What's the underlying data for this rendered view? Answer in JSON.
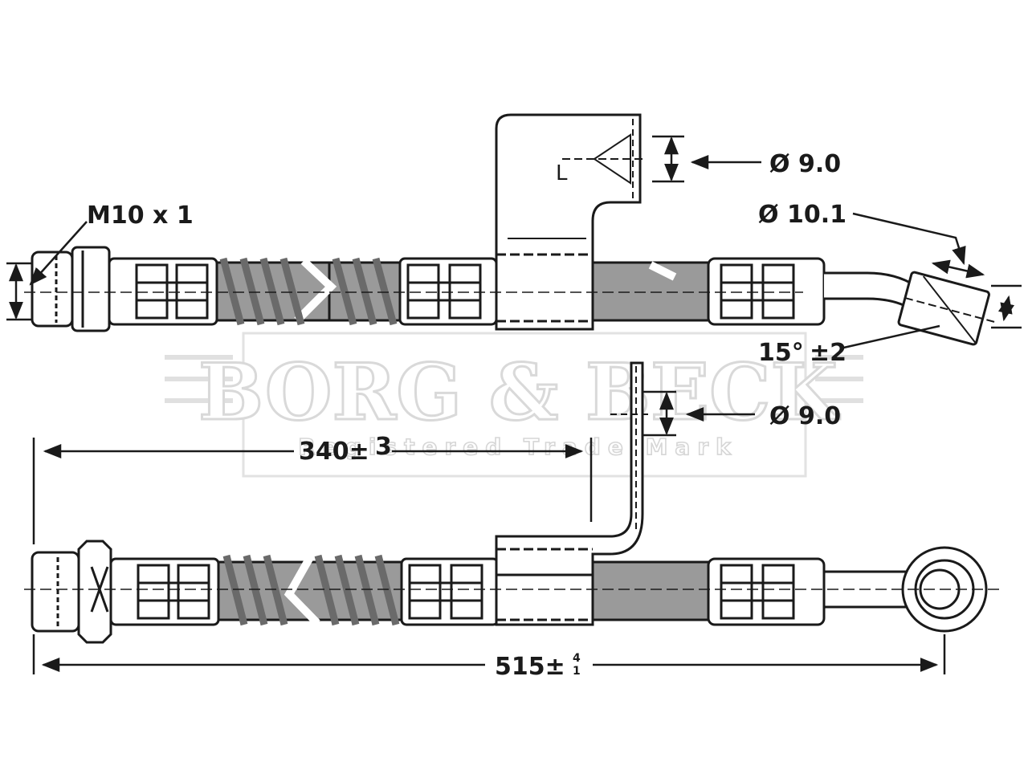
{
  "labels": {
    "thread": "M10 x 1",
    "dia_top": "Ø 9.0",
    "dia_fitting": "Ø 10.1",
    "angle_main": "15°",
    "angle_tol": "±2",
    "dia_bottom": "Ø 9.0",
    "bracket_side": "L",
    "len_short_value": "340±",
    "len_short_tol": "3",
    "len_total_value": "515±",
    "len_total_tol_upper": "4",
    "len_total_tol_lower": "1"
  },
  "watermark": {
    "brand": "BORG & BECK",
    "tagline": "Registered Trade Mark"
  },
  "colors": {
    "line": "#1a1a1a",
    "hose_fill": "#9a9a9a",
    "body_fill": "#ffffff",
    "watermark_stroke": "#d9d9d9"
  }
}
